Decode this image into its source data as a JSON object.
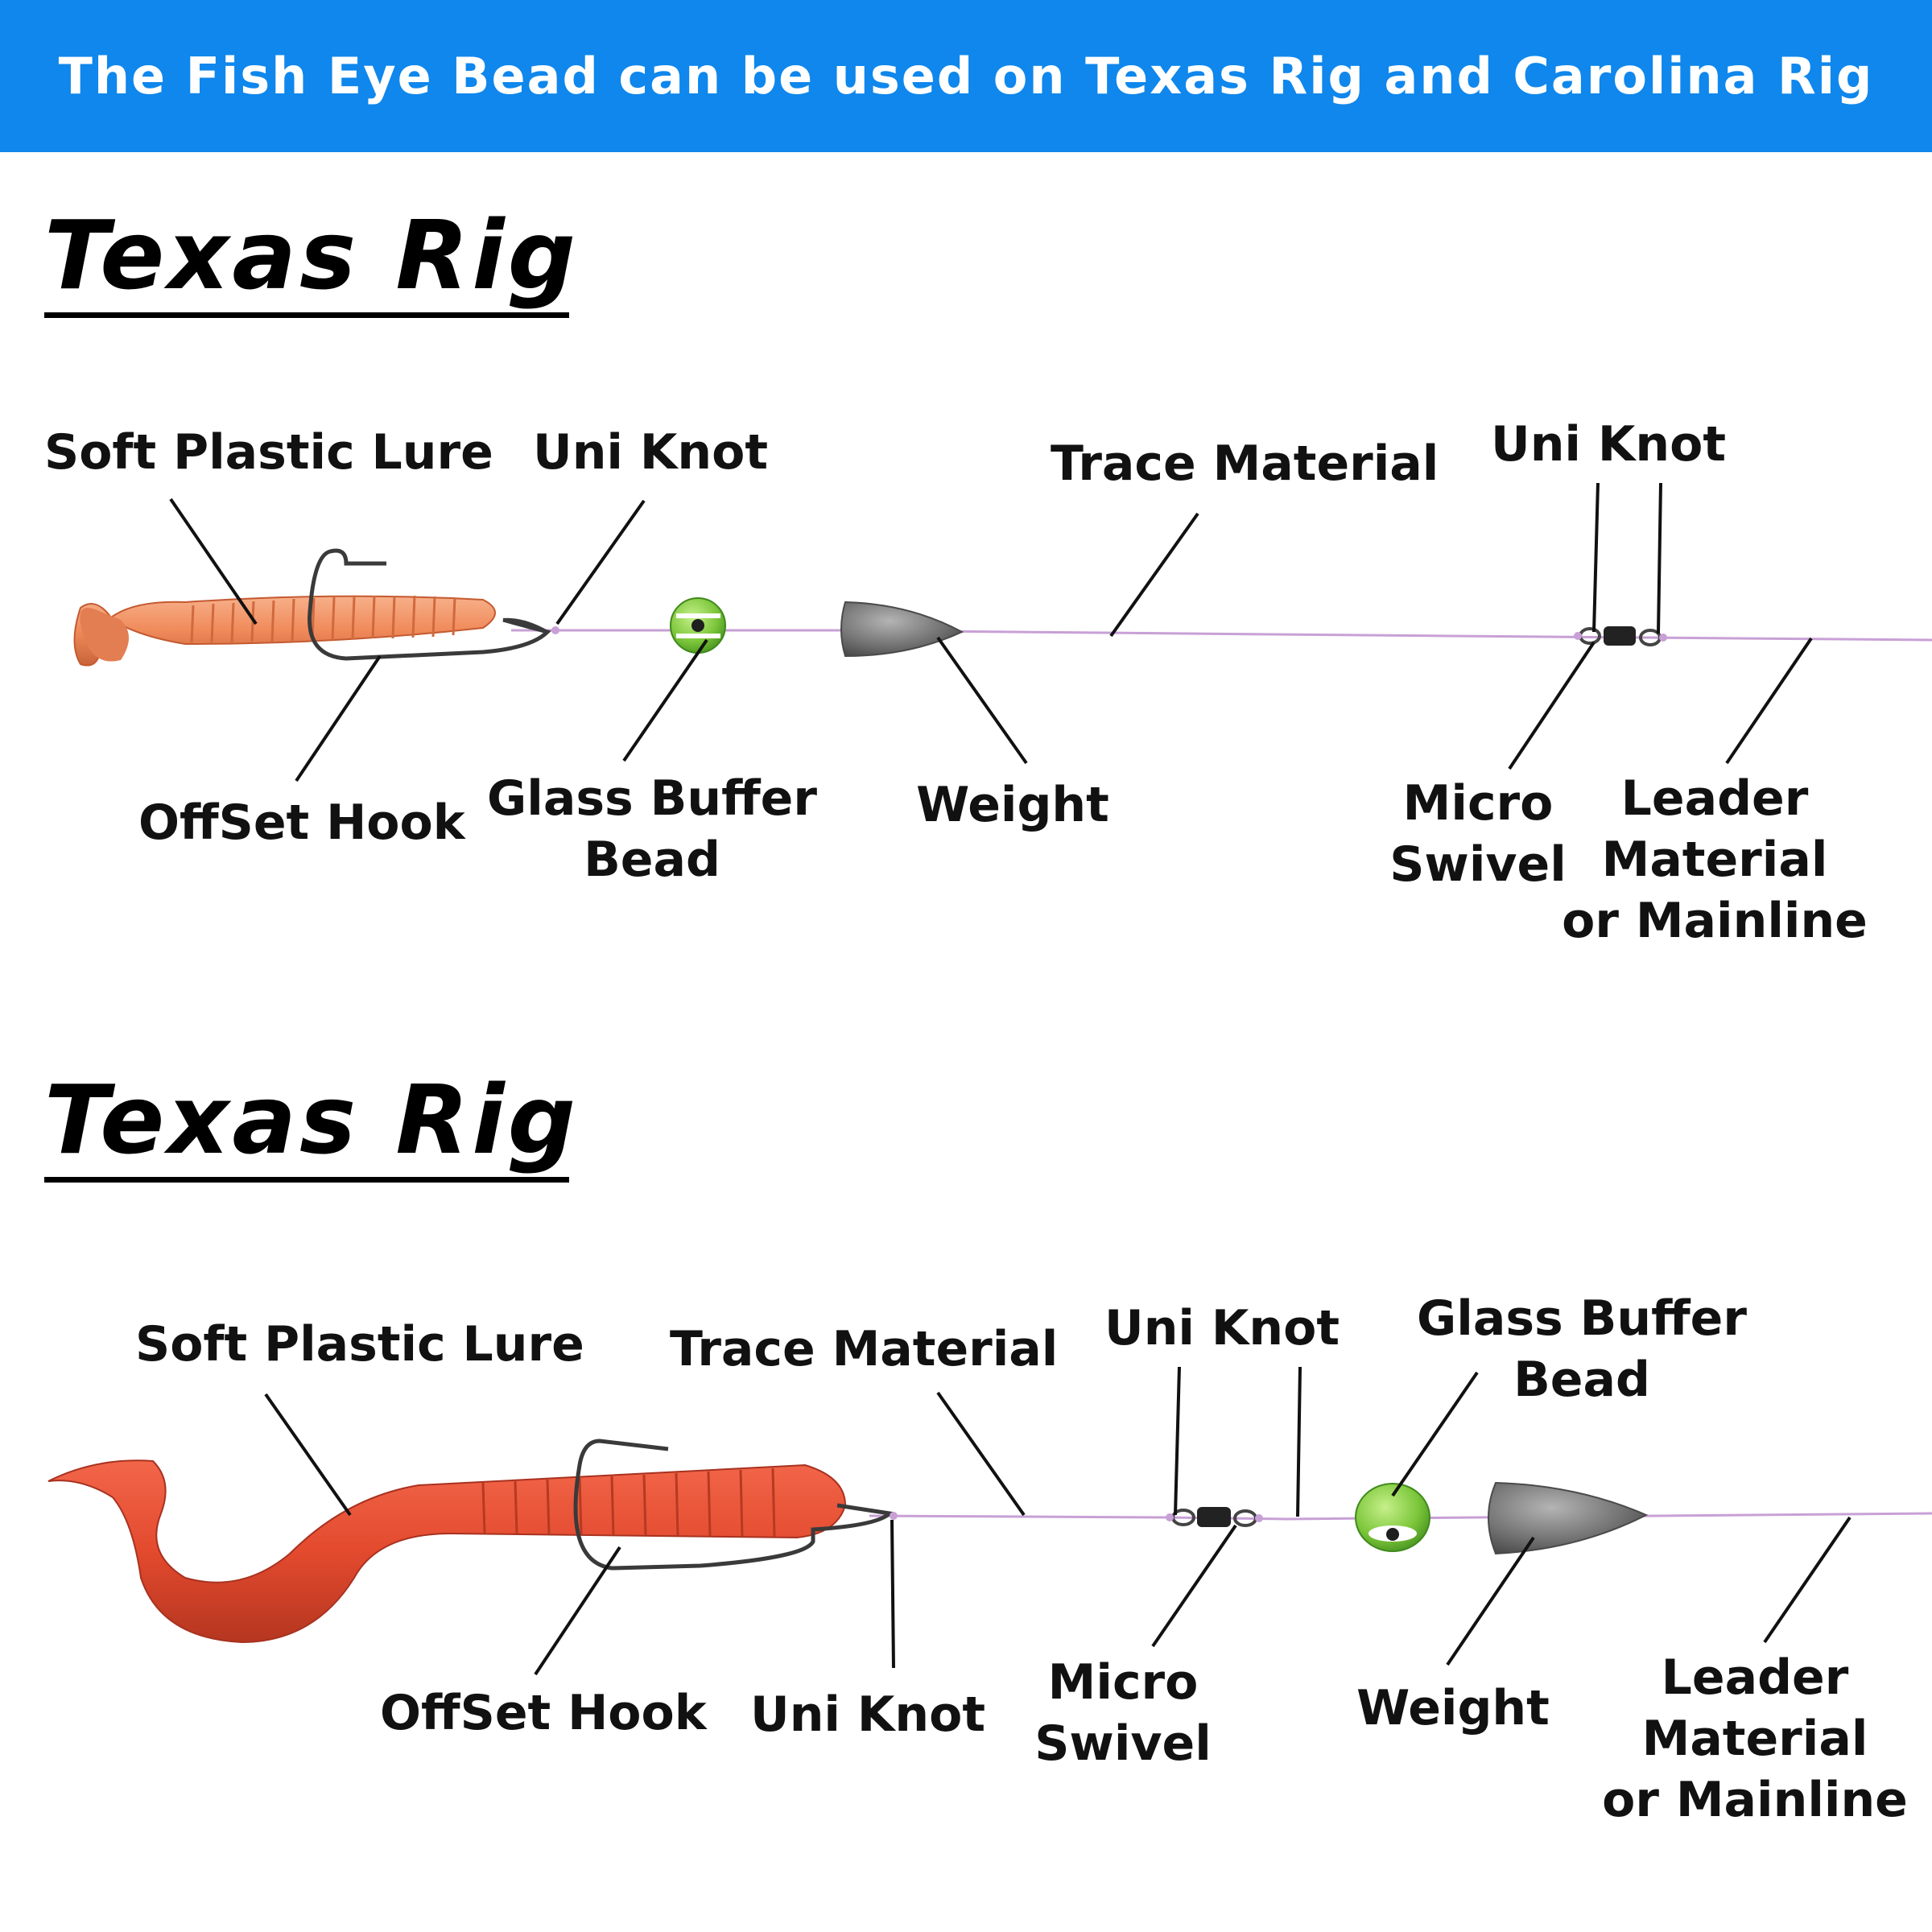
{
  "banner": {
    "text": "The Fish Eye Bead can be used on Texas Rig and Carolina Rig",
    "color": "#0f87ec"
  },
  "rig1": {
    "title": "Texas Rig",
    "labels": {
      "soft_plastic_lure": "Soft Plastic Lure",
      "uni_knot_1": "Uni Knot",
      "trace_material": "Trace Material",
      "uni_knot_2": "Uni Knot",
      "offset_hook": "OffSet Hook",
      "glass_buffer_bead": [
        "Glass Buffer",
        "Bead"
      ],
      "weight": "Weight",
      "micro_swivel": [
        "Micro",
        "Swivel"
      ],
      "leader_material": [
        "Leader",
        "Material",
        "or Mainline"
      ]
    }
  },
  "rig2": {
    "title": "Texas Rig",
    "labels": {
      "soft_plastic_lure": "Soft Plastic Lure",
      "trace_material": "Trace Material",
      "uni_knot_top": "Uni Knot",
      "glass_buffer_bead": [
        "Glass Buffer",
        "Bead"
      ],
      "offset_hook": "OffSet Hook",
      "uni_knot_bottom": "Uni Knot",
      "micro_swivel": [
        "Micro",
        "Swivel"
      ],
      "weight": "Weight",
      "leader_material": [
        "Leader",
        "Material",
        "or Mainline"
      ]
    }
  },
  "colors": {
    "line": "#c8a0d6",
    "lure_1": "#f08a5a",
    "lure_2": "#e34a2e",
    "bead": "#7cc63a",
    "weight": "#6f6f6f"
  }
}
